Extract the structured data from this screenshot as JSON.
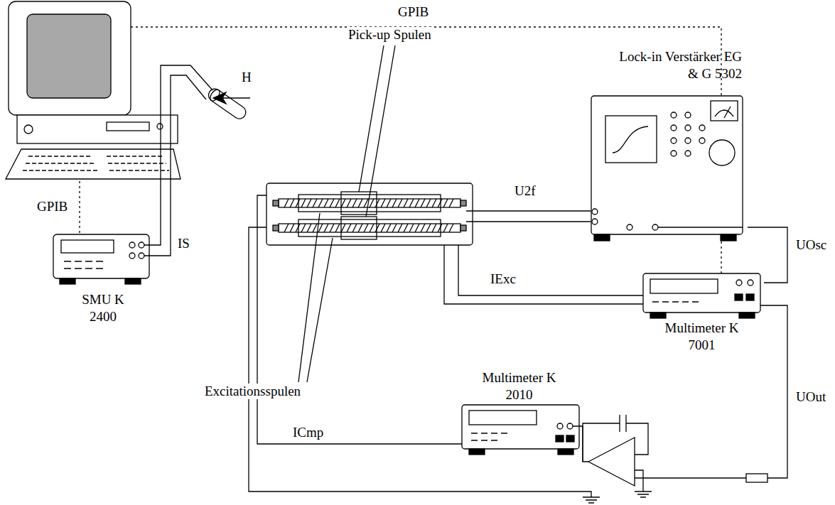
{
  "diagram": {
    "nodes": [
      {
        "text": [
          "SMU K 2400"
        ]
      },
      {
        "text": [
          "Lock-in Verstärker EG & G 5302"
        ]
      },
      {
        "text": [
          "Multimeter K 7001"
        ]
      },
      {
        "text": [
          "Multimeter K 2010"
        ]
      }
    ],
    "edges": [
      {
        "from": 1,
        "to": 2,
        "label": "UOsc",
        "arrow": "none"
      }
    ],
    "labels": [
      "Pick-up Spulen",
      "Excitationsspulen",
      "H",
      "GPIB",
      "GPIB",
      "IS",
      "U2f",
      "IExc",
      "ICmp",
      "UOut"
    ]
  }
}
